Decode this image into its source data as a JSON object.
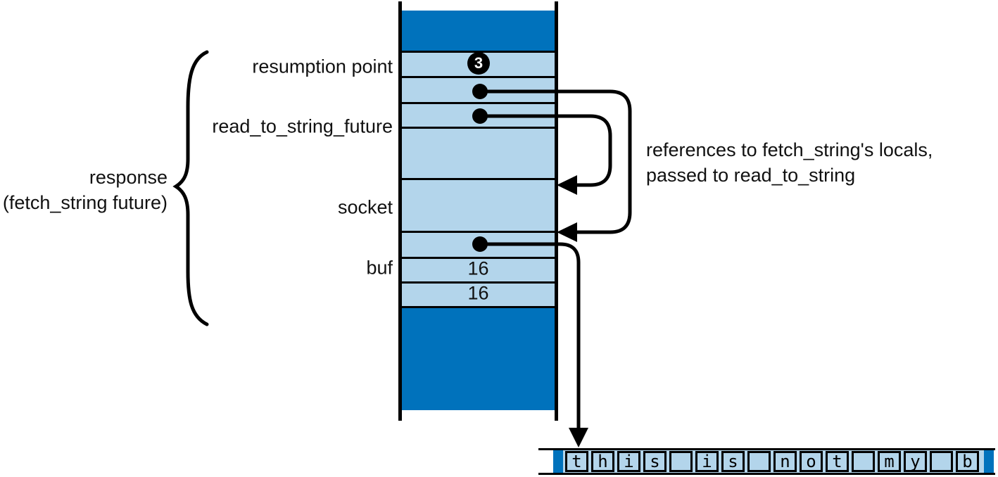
{
  "diagram": {
    "stack": {
      "labels": {
        "resumption_point": "resumption point",
        "read_to_string_future": "read_to_string_future",
        "socket": "socket",
        "buf": "buf"
      },
      "resumption_marker": "3",
      "buf_len": "16",
      "buf_cap": "16"
    },
    "brace_label": {
      "line1": "response",
      "line2": "(fetch_string future)"
    },
    "annotation": {
      "line1": "references to fetch_string's locals,",
      "line2": "passed to read_to_string"
    },
    "buffer": {
      "cells": [
        "t",
        "h",
        "i",
        "s",
        "",
        "i",
        "s",
        "",
        "n",
        "o",
        "t",
        "",
        "m",
        "y",
        "",
        "b"
      ]
    },
    "colors": {
      "dark_blue": "#0072BC",
      "light_blue": "#B3D5EB",
      "line": "#000000"
    }
  }
}
